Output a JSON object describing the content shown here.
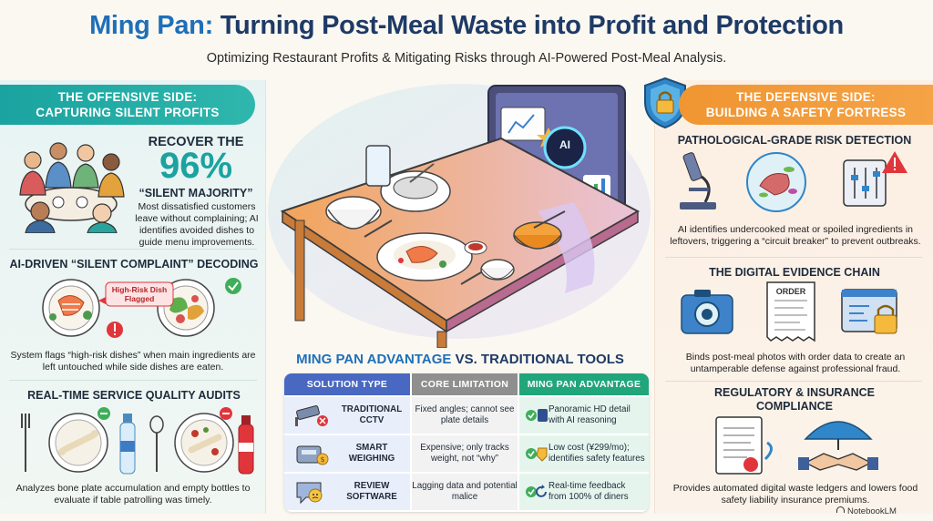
{
  "header": {
    "title_part1": "Ming Pan:",
    "title_part2": "Turning Post-Meal Waste into Profit and Protection",
    "subtitle": "Optimizing Restaurant Profits & Mitigating Risks through AI-Powered Post-Meal Analysis."
  },
  "offensive": {
    "banner_line1": "THE OFFENSIVE SIDE:",
    "banner_line2": "CAPTURING SILENT PROFITS",
    "silent_majority": {
      "title": "RECOVER THE",
      "value": "96%",
      "label": "“SILENT MAJORITY”",
      "description": "Most dissatisfied customers leave without complaining; AI identifies avoided dishes to guide menu improvements."
    },
    "decoding": {
      "title": "AI-DRIVEN “SILENT COMPLAINT” DECODING",
      "flag_label": "High-Risk Dish Flagged",
      "description": "System flags “high-risk dishes” when main ingredients are left untouched while side dishes are eaten."
    },
    "audits": {
      "title": "REAL-TIME SERVICE QUALITY AUDITS",
      "description": "Analyzes bone plate accumulation and empty bottles to evaluate if table patrolling was timely."
    }
  },
  "center": {
    "screen_label": "AI"
  },
  "defensive": {
    "banner_line1": "THE DEFENSIVE SIDE:",
    "banner_line2": "BUILDING A SAFETY FORTRESS",
    "risk": {
      "title": "PATHOLOGICAL-GRADE RISK DETECTION",
      "description": "AI identifies undercooked meat or spoiled ingredients in leftovers, triggering a “circuit breaker” to prevent outbreaks."
    },
    "evidence": {
      "title": "THE DIGITAL EVIDENCE CHAIN",
      "receipt_label": "ORDER",
      "description": "Binds post-meal photos with order data to create an untamperable defense against professional fraud."
    },
    "compliance": {
      "title_line1": "REGULATORY & INSURANCE",
      "title_line2": "COMPLIANCE",
      "description": "Provides automated digital waste ledgers and lowers food safety liability insurance premiums."
    }
  },
  "advantage": {
    "title_part1": "MING PAN ADVANTAGE",
    "title_part2": "VS. TRADITIONAL TOOLS",
    "columns": [
      "SOLUTION TYPE",
      "CORE LIMITATION",
      "MING PAN ADVANTAGE"
    ],
    "rows": [
      {
        "solution": "TRADITIONAL CCTV",
        "limitation": "Fixed angles; cannot see plate details",
        "advantage": "Panoramic HD detail with AI reasoning"
      },
      {
        "solution": "SMART WEIGHING",
        "limitation": "Expensive; only tracks weight, not “why”",
        "advantage": "Low cost (¥299/mo); identifies safety features"
      },
      {
        "solution": "REVIEW SOFTWARE",
        "limitation": "Lagging data and potential malice",
        "advantage": "Real-time feedback from 100% of diners"
      }
    ]
  },
  "footer": {
    "brand": "NotebookLM"
  },
  "colors": {
    "teal": "#1aa3a0",
    "orange": "#f09531",
    "navy": "#1e3a66",
    "blue": "#1f6fb8",
    "warn_red": "#e0363b",
    "check_green": "#3fae5a"
  }
}
